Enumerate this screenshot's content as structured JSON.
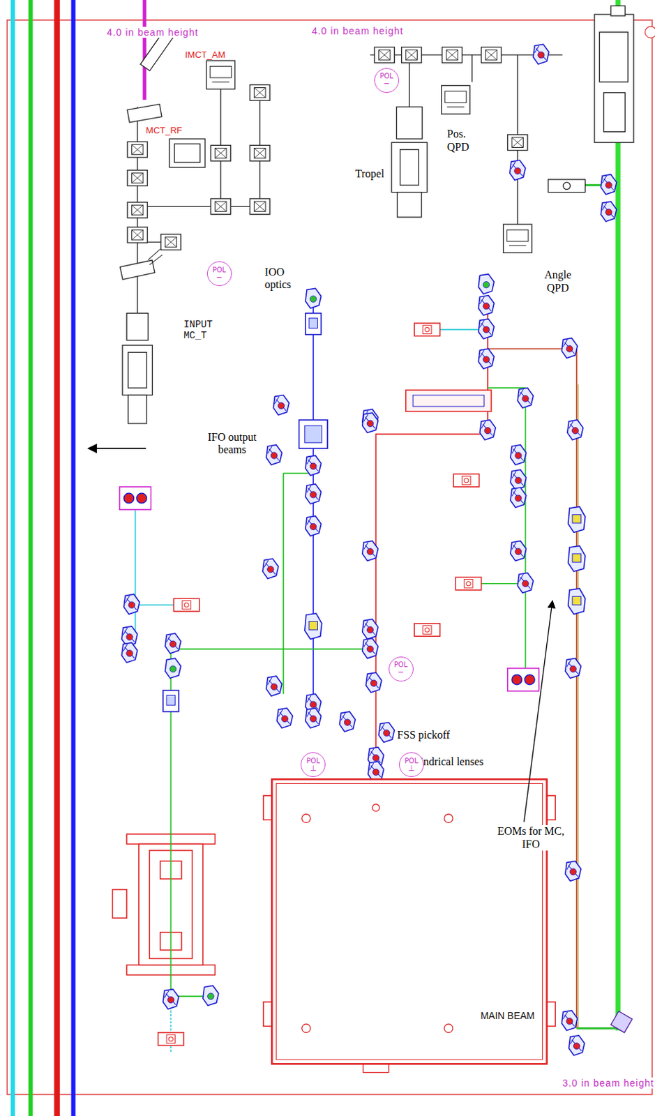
{
  "diagram": {
    "nodes": [
      {
        "text": [
          "POL",
          "−"
        ]
      },
      {
        "text": [
          "POL",
          "−"
        ]
      },
      {
        "text": [
          "POL",
          "−"
        ]
      },
      {
        "text": [
          "POL",
          "⊥"
        ]
      },
      {
        "text": [
          "POL",
          "⊥"
        ]
      }
    ],
    "labels": [
      "4.0 in beam height",
      "4.0 in beam height",
      "IMCT_AM",
      "MCT_RF",
      "Tropel",
      "Pos. QPD",
      "IOO optics",
      "INPUT MC_T",
      "Angle QPD",
      "IFO output beams",
      "FSS pickoff",
      "Cylindrical lenses",
      "EOMs for MC, IFO",
      "MAIN BEAM",
      "3.0 in beam height"
    ]
  }
}
